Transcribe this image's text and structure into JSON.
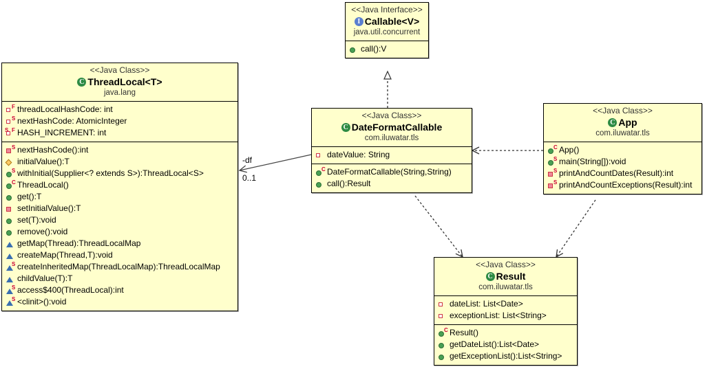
{
  "diagram": {
    "type": "uml-class-diagram",
    "background": "#ffffff",
    "node_fill": "#ffffcc",
    "node_border": "#000000"
  },
  "classes": {
    "callable": {
      "stereotype": "<<Java Interface>>",
      "name": "Callable<V>",
      "package": "java.util.concurrent",
      "badge": "interface-icon",
      "fields": [],
      "methods": [
        {
          "icon": "public-method-icon",
          "visibility": "public",
          "modifier": "",
          "label": "call():V"
        }
      ]
    },
    "threadlocal": {
      "stereotype": "<<Java Class>>",
      "name": "ThreadLocal<T>",
      "package": "java.lang",
      "badge": "class-icon",
      "fields": [
        {
          "icon": "private-field-icon",
          "visibility": "private",
          "modifier": "F",
          "label": "threadLocalHashCode: int"
        },
        {
          "icon": "private-field-icon",
          "visibility": "private",
          "modifier": "S",
          "label": "nextHashCode: AtomicInteger"
        },
        {
          "icon": "private-field-icon",
          "visibility": "private",
          "modifier": "SF",
          "label": "HASH_INCREMENT: int"
        }
      ],
      "methods": [
        {
          "icon": "private-method-icon",
          "visibility": "private",
          "modifier": "S",
          "label": "nextHashCode():int"
        },
        {
          "icon": "protected-method-icon",
          "visibility": "protected",
          "modifier": "",
          "label": "initialValue():T"
        },
        {
          "icon": "public-method-icon",
          "visibility": "public",
          "modifier": "S",
          "label": "withInitial(Supplier<? extends S>):ThreadLocal<S>"
        },
        {
          "icon": "public-method-icon",
          "visibility": "public",
          "modifier": "C",
          "label": "ThreadLocal()"
        },
        {
          "icon": "public-method-icon",
          "visibility": "public",
          "modifier": "",
          "label": "get():T"
        },
        {
          "icon": "private-method-icon",
          "visibility": "private",
          "modifier": "",
          "label": "setInitialValue():T"
        },
        {
          "icon": "public-method-icon",
          "visibility": "public",
          "modifier": "",
          "label": "set(T):void"
        },
        {
          "icon": "public-method-icon",
          "visibility": "public",
          "modifier": "",
          "label": "remove():void"
        },
        {
          "icon": "package-method-icon",
          "visibility": "package",
          "modifier": "",
          "label": "getMap(Thread):ThreadLocalMap"
        },
        {
          "icon": "package-method-icon",
          "visibility": "package",
          "modifier": "",
          "label": "createMap(Thread,T):void"
        },
        {
          "icon": "package-method-icon",
          "visibility": "package",
          "modifier": "S",
          "label": "createInheritedMap(ThreadLocalMap):ThreadLocalMap"
        },
        {
          "icon": "package-method-icon",
          "visibility": "package",
          "modifier": "",
          "label": "childValue(T):T"
        },
        {
          "icon": "package-method-icon",
          "visibility": "package",
          "modifier": "S",
          "label": "access$400(ThreadLocal):int"
        },
        {
          "icon": "package-method-icon",
          "visibility": "package",
          "modifier": "S",
          "label": "<clinit>():void"
        }
      ]
    },
    "dateformatcallable": {
      "stereotype": "<<Java Class>>",
      "name": "DateFormatCallable",
      "package": "com.iluwatar.tls",
      "badge": "class-icon",
      "fields": [
        {
          "icon": "private-field-icon",
          "visibility": "private",
          "modifier": "",
          "label": "dateValue: String"
        }
      ],
      "methods": [
        {
          "icon": "public-method-icon",
          "visibility": "public",
          "modifier": "C",
          "label": "DateFormatCallable(String,String)"
        },
        {
          "icon": "public-method-icon",
          "visibility": "public",
          "modifier": "",
          "label": "call():Result"
        }
      ]
    },
    "app": {
      "stereotype": "<<Java Class>>",
      "name": "App",
      "package": "com.iluwatar.tls",
      "badge": "class-icon",
      "fields": [],
      "methods": [
        {
          "icon": "public-method-icon",
          "visibility": "public",
          "modifier": "C",
          "label": "App()"
        },
        {
          "icon": "public-method-icon",
          "visibility": "public",
          "modifier": "S",
          "label": "main(String[]):void"
        },
        {
          "icon": "private-method-icon",
          "visibility": "private",
          "modifier": "S",
          "label": "printAndCountDates(Result):int"
        },
        {
          "icon": "private-method-icon",
          "visibility": "private",
          "modifier": "S",
          "label": "printAndCountExceptions(Result):int"
        }
      ]
    },
    "result": {
      "stereotype": "<<Java Class>>",
      "name": "Result",
      "package": "com.iluwatar.tls",
      "badge": "class-icon",
      "fields": [
        {
          "icon": "private-field-icon",
          "visibility": "private",
          "modifier": "",
          "label": "dateList: List<Date>"
        },
        {
          "icon": "private-field-icon",
          "visibility": "private",
          "modifier": "",
          "label": "exceptionList: List<String>"
        }
      ],
      "methods": [
        {
          "icon": "public-method-icon",
          "visibility": "public",
          "modifier": "C",
          "label": "Result()"
        },
        {
          "icon": "public-method-icon",
          "visibility": "public",
          "modifier": "",
          "label": "getDateList():List<Date>"
        },
        {
          "icon": "public-method-icon",
          "visibility": "public",
          "modifier": "",
          "label": "getExceptionList():List<String>"
        }
      ]
    }
  },
  "edges": {
    "realization_dfc_callable": {
      "kind": "realization",
      "from": "DateFormatCallable",
      "to": "Callable<V>",
      "label": ""
    },
    "association_dfc_threadlocal": {
      "kind": "association",
      "from": "DateFormatCallable",
      "to": "ThreadLocal<T>",
      "role": "-df",
      "multiplicity": "0..1"
    },
    "dependency_app_dfc": {
      "kind": "dependency",
      "from": "App",
      "to": "DateFormatCallable",
      "label": ""
    },
    "dependency_dfc_result": {
      "kind": "dependency",
      "from": "DateFormatCallable",
      "to": "Result",
      "label": ""
    },
    "dependency_app_result": {
      "kind": "dependency",
      "from": "App",
      "to": "Result",
      "label": ""
    }
  }
}
